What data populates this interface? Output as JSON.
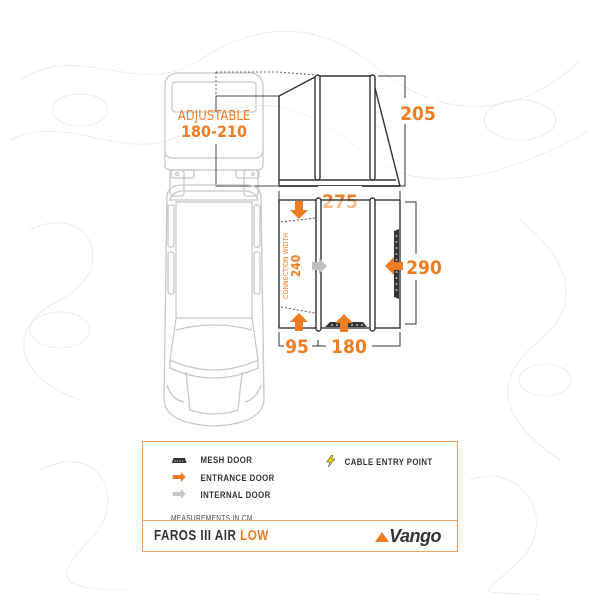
{
  "diagram": {
    "title": "Faros III Air Low floor plan",
    "van_side": {
      "adjustable_label": "ADJUSTABLE",
      "adjustable_range": "180-210"
    },
    "dimensions": {
      "height": "205",
      "overall_width": "275",
      "depth": "290",
      "connection_width_label": "CONNECTION WIDTH",
      "connection_width": "240",
      "front_section": "95",
      "main_section": "180"
    }
  },
  "legend": {
    "items": [
      {
        "icon": "mesh-door-icon",
        "label": "MESH DOOR"
      },
      {
        "icon": "entrance-door-arrow-icon",
        "label": "ENTRANCE DOOR"
      },
      {
        "icon": "internal-door-arrow-icon",
        "label": "INTERNAL DOOR"
      },
      {
        "icon": "lightning-bolt-icon",
        "label": "CABLE ENTRY POINT"
      }
    ],
    "note": "MEASUREMENTS IN CM",
    "product_name": "FAROS III AIR",
    "product_variant": "LOW",
    "brand": "Vango"
  },
  "colors": {
    "accent_orange": "#f07d23",
    "line_dark": "#333333",
    "line_light": "#c8c8c8",
    "internal_grey": "#c0c0c0",
    "legend_border": "#f0a060",
    "cable_yellow": "#e8d000"
  }
}
